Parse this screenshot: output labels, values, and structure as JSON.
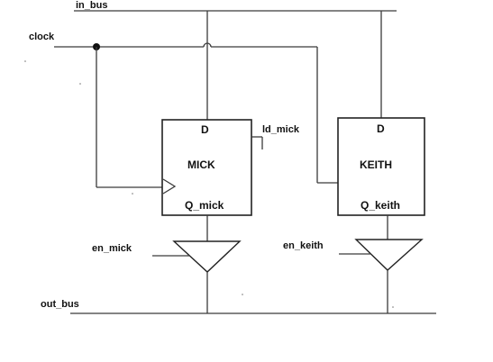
{
  "signals": {
    "in_bus": "in_bus",
    "clock": "clock",
    "ld_mick": "ld_mick",
    "en_mick": "en_mick",
    "en_keith": "en_keith",
    "out_bus": "out_bus"
  },
  "registers": {
    "mick": {
      "name": "MICK",
      "input": "D",
      "output": "Q_mick"
    },
    "keith": {
      "name": "KEITH",
      "input": "D",
      "output": "Q_keith"
    }
  }
}
